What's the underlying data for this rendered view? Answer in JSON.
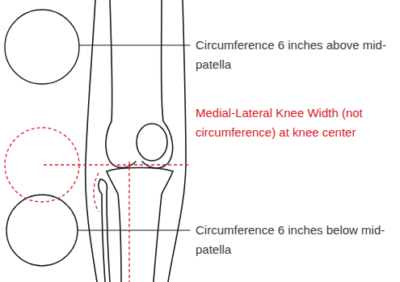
{
  "diagram": {
    "labels": [
      "Circumference 6 inches above mid-patella",
      "Medial-Lateral Knee Width (not circumference) at knee center",
      "Circumference 6 inches below mid-patella"
    ]
  }
}
